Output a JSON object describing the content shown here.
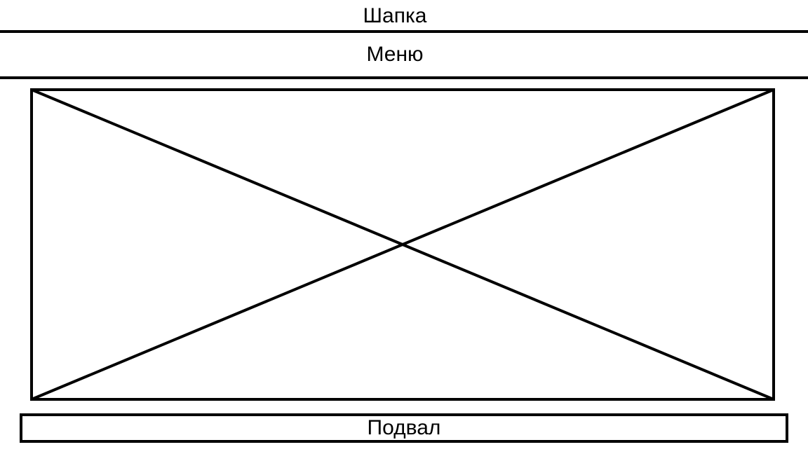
{
  "header": {
    "label": "Шапка"
  },
  "menu": {
    "label": "Меню"
  },
  "footer": {
    "label": "Подвал"
  },
  "colors": {
    "stroke": "#000000",
    "background": "#ffffff"
  }
}
